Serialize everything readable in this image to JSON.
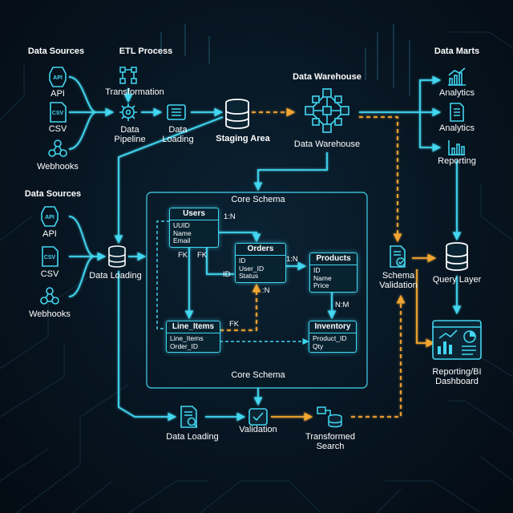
{
  "headers": {
    "data_sources_top": "Data Sources",
    "etl_process": "ETL Process",
    "data_warehouse": "Data Warehouse",
    "data_marts": "Data Marts",
    "data_sources_bottom": "Data Sources",
    "core_schema_top": "Core Schema",
    "core_schema_bottom": "Core Schema"
  },
  "sources_top": [
    "API",
    "CSV",
    "Webhooks"
  ],
  "sources_bottom": [
    "API",
    "CSV",
    "Webhooks"
  ],
  "etl": {
    "transformation": "Transformation",
    "pipeline": "Data\nPipeline",
    "loading": "Data\nLoading"
  },
  "staging_area": "Staging Area",
  "warehouse_label": "Data Warehouse",
  "marts": [
    "Analytics",
    "Analytics",
    "Reporting"
  ],
  "data_loading_left": "Data Loading",
  "schema_validation": "Schema\nValidation",
  "query_layer": "Query Layer",
  "reporting_bi": "Reporting/BI\nDashboard",
  "bottom_flow": {
    "data_loading": "Data Loading",
    "validation": "Validation",
    "transformed": "Transformed\nSearch"
  },
  "entities": {
    "users": {
      "title": "Users",
      "fields": [
        "UUID",
        "Name",
        "Email"
      ]
    },
    "orders": {
      "title": "Orders",
      "fields": [
        "ID",
        "User_ID",
        "Status"
      ]
    },
    "products": {
      "title": "Products",
      "fields": [
        "ID",
        "Name",
        "Price"
      ]
    },
    "line_items": {
      "title": "Line_Items",
      "fields": [
        "Line_Items",
        "Order_ID"
      ]
    },
    "inventory": {
      "title": "Inventory",
      "fields": [
        "Product_ID",
        "Qty"
      ]
    }
  },
  "relations": {
    "users_orders": "1:N",
    "users_fk1": "FK",
    "users_fk2": "FK",
    "orders_id": "ID",
    "orders_products": "1:N",
    "orders_n": ":N",
    "products_inventory": "N:M",
    "lineitems_fk": "FK"
  },
  "colors": {
    "cyan": "#42d6f0",
    "orange": "#f3a531",
    "bg": "#06111c"
  }
}
